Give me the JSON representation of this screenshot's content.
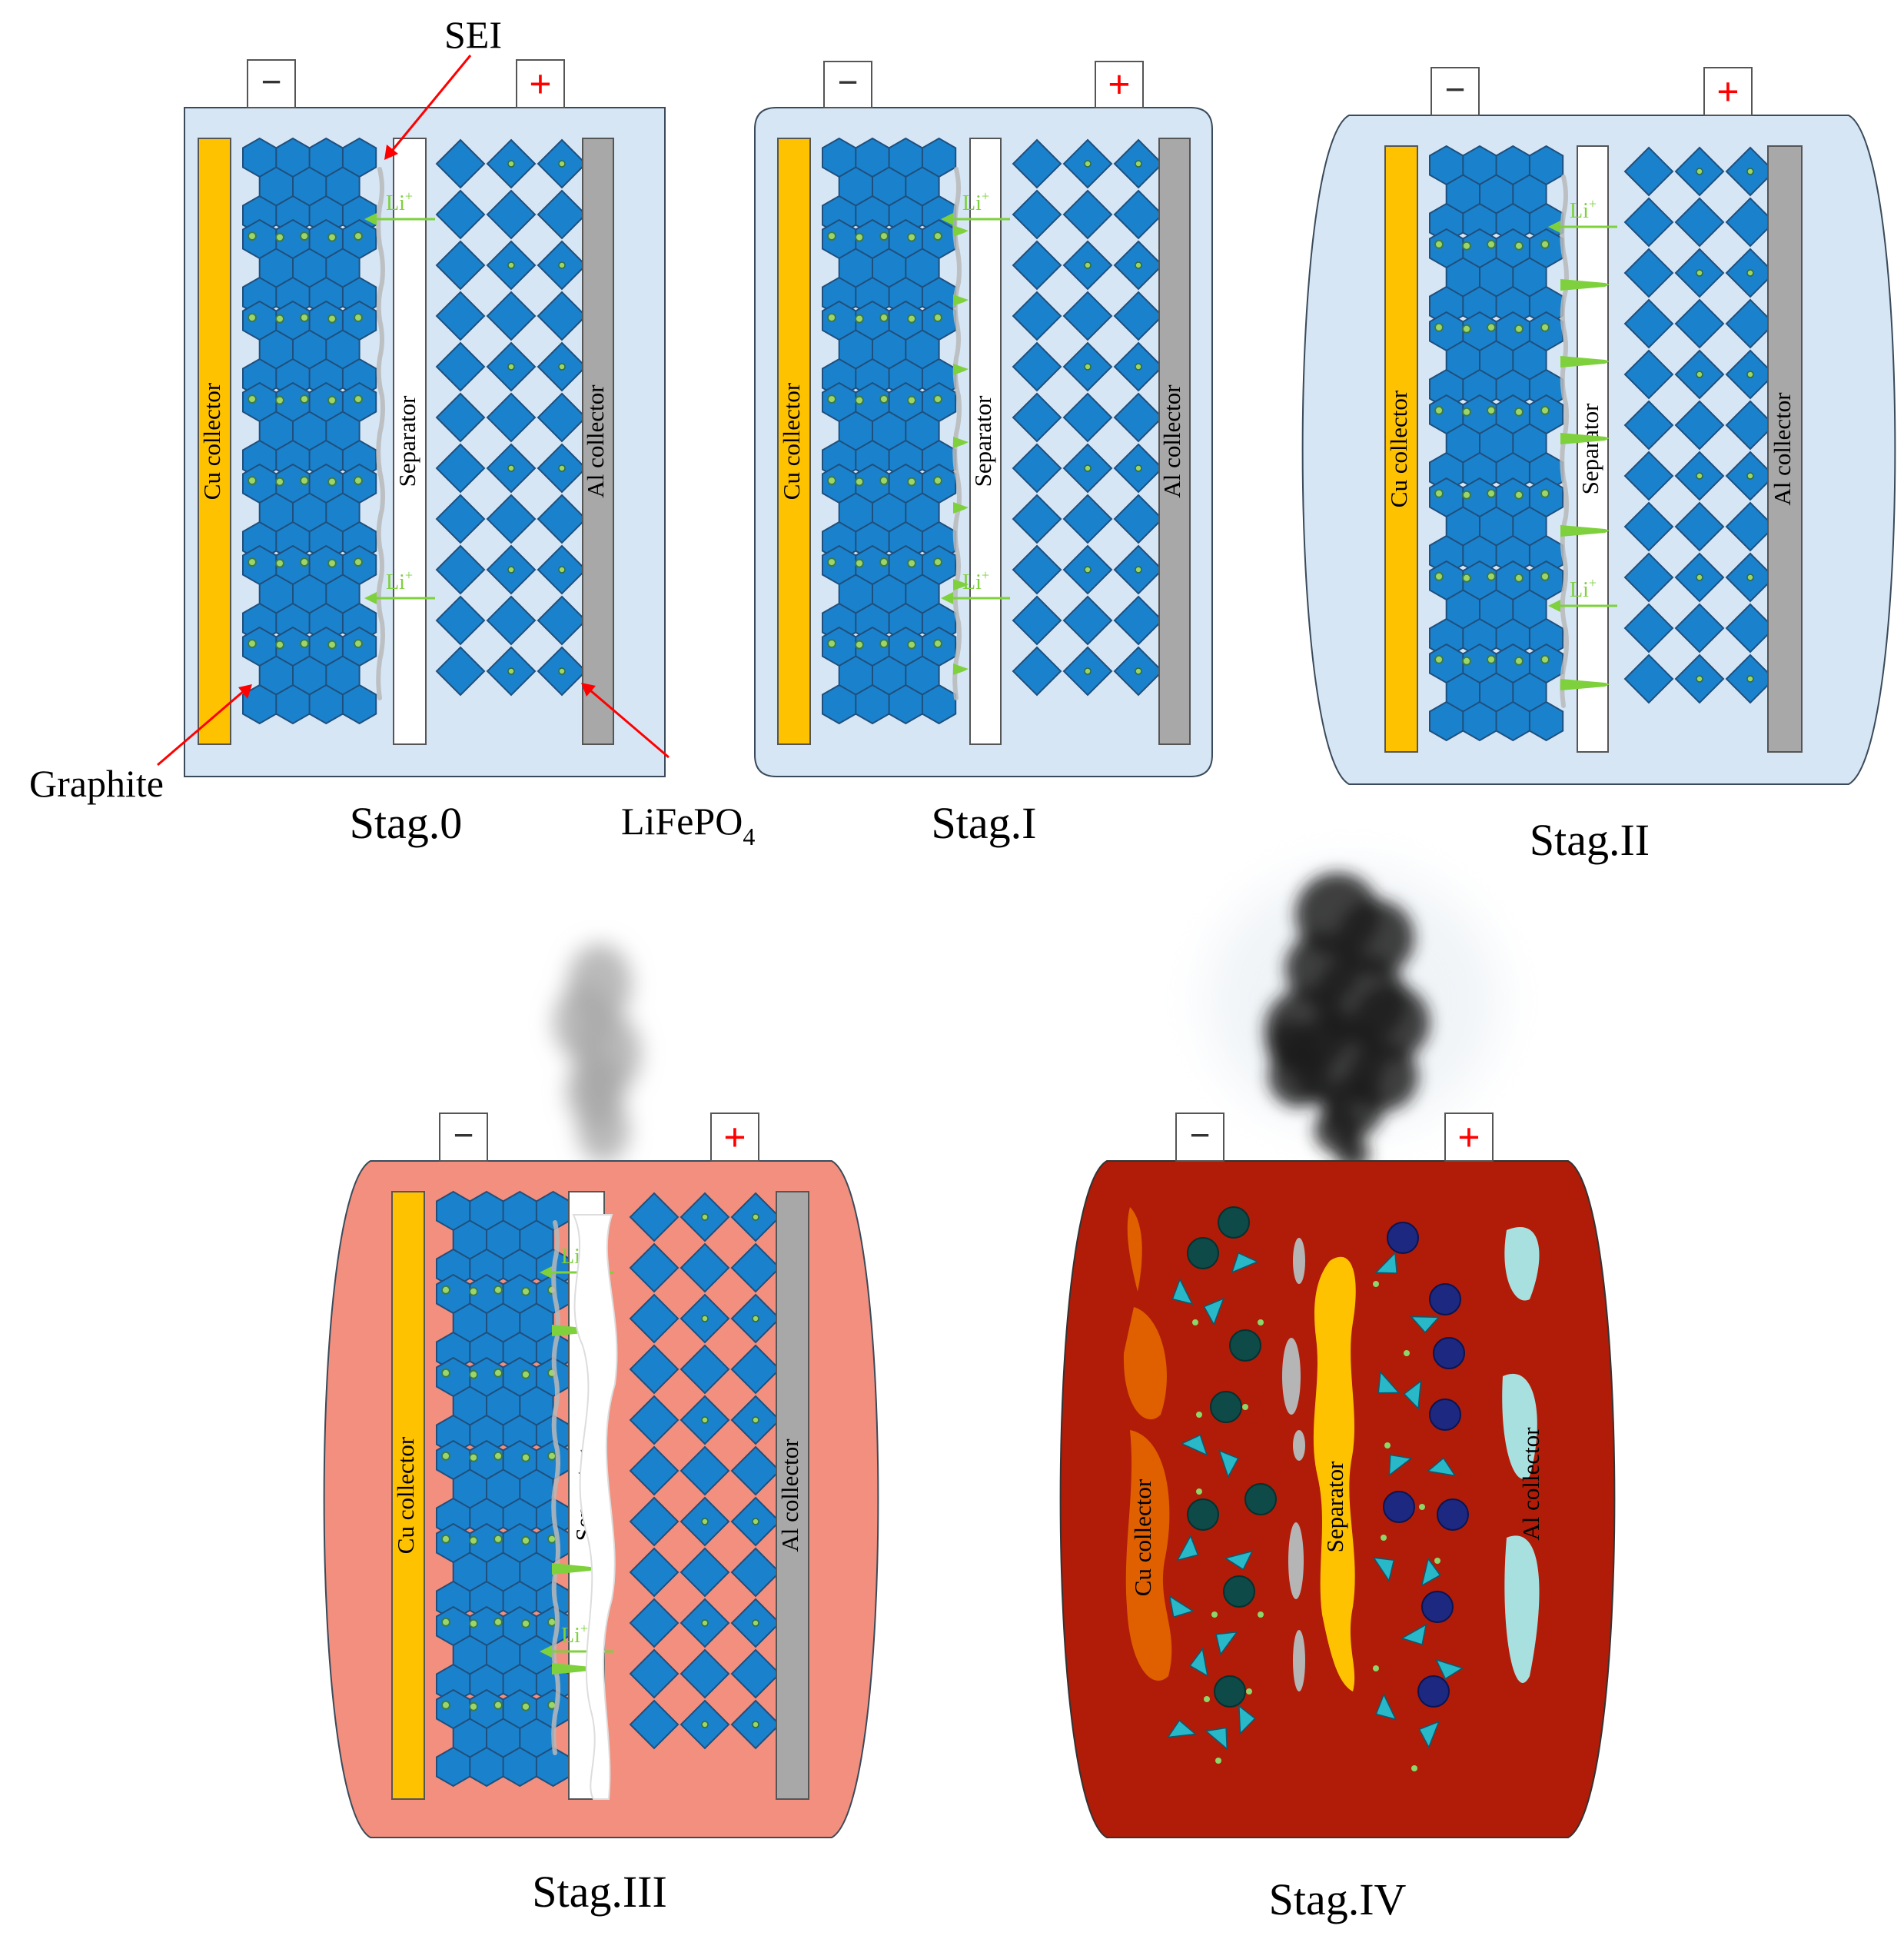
{
  "annotations": {
    "sei": "SEI",
    "graphite": "Graphite",
    "lifepo4_main": "LiFePO",
    "lifepo4_sub": "4"
  },
  "terminals": {
    "negative": "−",
    "positive": "+"
  },
  "labels": {
    "cu": "Cu collector",
    "al": "Al collector",
    "sep": "Separator",
    "li_ion": "Li",
    "li_sup": "+"
  },
  "stages": [
    {
      "label": "Stag.0",
      "case_color": "#d6e6f5",
      "case_shape": "rectangle"
    },
    {
      "label": "Stag.I",
      "case_color": "#d6e6f5",
      "case_shape": "rounded"
    },
    {
      "label": "Stag.II",
      "case_color": "#d6e6f5",
      "case_shape": "bulged"
    },
    {
      "label": "Stag.III",
      "case_color": "#f28f7e",
      "case_shape": "bulged",
      "smoke": "light-gray"
    },
    {
      "label": "Stag.IV",
      "case_color": "#b01c08",
      "case_shape": "bulged",
      "smoke": "black"
    }
  ],
  "colors": {
    "cu_collector": "#ffc200",
    "al_collector": "#a8a8a8",
    "separator": "#ffffff",
    "electrode_blue": "#1a82cc",
    "electrode_edge": "#1f4f7d",
    "li_ion_green": "#7ed13c",
    "annotation_arrow": "#ff0000",
    "terminal_plus": "#ff0000",
    "debris_orange": "#e06000",
    "debris_teal": "#29b8c8",
    "debris_dark_teal": "#0e4a48",
    "debris_navy": "#1d2880",
    "debris_cyan": "#a8e0e0"
  }
}
